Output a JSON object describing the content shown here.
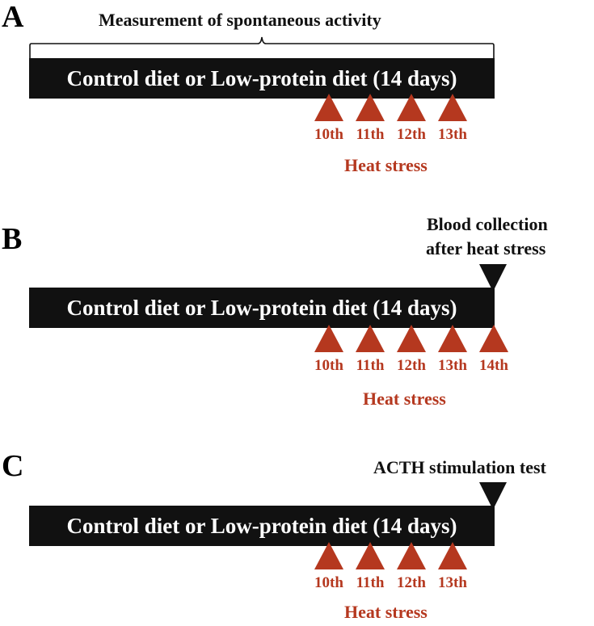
{
  "panels": {
    "a": {
      "letter": "A",
      "header": "Measurement of spontaneous activity",
      "bar_label": "Control diet or Low-protein diet (14 days)",
      "days": [
        "10th",
        "11th",
        "12th",
        "13th"
      ],
      "heat_label": "Heat stress"
    },
    "b": {
      "letter": "B",
      "note_line1": "Blood collection",
      "note_line2": "after heat stress",
      "bar_label": "Control diet or Low-protein diet (14 days)",
      "days": [
        "10th",
        "11th",
        "12th",
        "13th",
        "14th"
      ],
      "heat_label": "Heat stress"
    },
    "c": {
      "letter": "C",
      "note": "ACTH stimulation test",
      "bar_label": "Control diet or Low-protein diet (14 days)",
      "days": [
        "10th",
        "11th",
        "12th",
        "13th"
      ],
      "heat_label": "Heat stress"
    }
  },
  "colors": {
    "bar": "#111111",
    "heat_stress": "#b5381f",
    "text": "#111111"
  }
}
